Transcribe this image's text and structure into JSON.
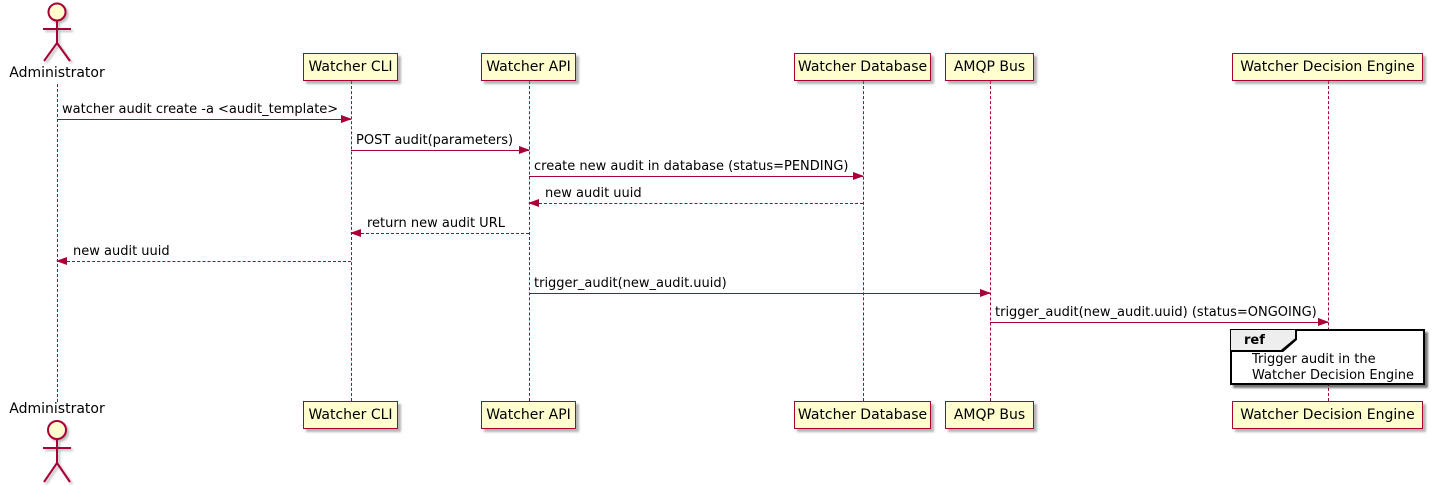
{
  "diagram": {
    "type": "sequence-diagram",
    "actor": {
      "label": "Administrator"
    },
    "participants": [
      {
        "id": "watcher-cli",
        "label": "Watcher CLI"
      },
      {
        "id": "watcher-api",
        "label": "Watcher API"
      },
      {
        "id": "watcher-database",
        "label": "Watcher Database"
      },
      {
        "id": "amqp-bus",
        "label": "AMQP Bus"
      },
      {
        "id": "watcher-decision-engine",
        "label": "Watcher Decision Engine"
      }
    ],
    "messages": [
      {
        "from": "Administrator",
        "to": "Watcher CLI",
        "text": "watcher audit create -a <audit_template>",
        "line": "solid",
        "direction": "right"
      },
      {
        "from": "Watcher CLI",
        "to": "Watcher API",
        "text": "POST audit(parameters)",
        "line": "solid",
        "direction": "right"
      },
      {
        "from": "Watcher API",
        "to": "Watcher Database",
        "text": "create new audit in database (status=PENDING)",
        "line": "solid",
        "direction": "right"
      },
      {
        "from": "Watcher Database",
        "to": "Watcher API",
        "text": "new audit uuid",
        "line": "dashed",
        "direction": "left"
      },
      {
        "from": "Watcher API",
        "to": "Watcher CLI",
        "text": "return new audit URL",
        "line": "dashed",
        "direction": "left"
      },
      {
        "from": "Watcher CLI",
        "to": "Administrator",
        "text": "new audit uuid",
        "line": "dashed",
        "direction": "left"
      },
      {
        "from": "Watcher API",
        "to": "AMQP Bus",
        "text": "trigger_audit(new_audit.uuid)",
        "line": "solid",
        "direction": "right"
      },
      {
        "from": "AMQP Bus",
        "to": "Watcher Decision Engine",
        "text": "trigger_audit(new_audit.uuid) (status=ONGOING)",
        "line": "solid",
        "direction": "right"
      }
    ],
    "ref": {
      "keyword": "ref",
      "line1": "Trigger audit in the",
      "line2": "Watcher Decision Engine"
    },
    "colors": {
      "participant_fill": "#FEFECE",
      "stroke": "#A80036",
      "text": "#000000",
      "ref_border": "#000000",
      "ref_tab_fill": "#EEEEEE"
    }
  }
}
